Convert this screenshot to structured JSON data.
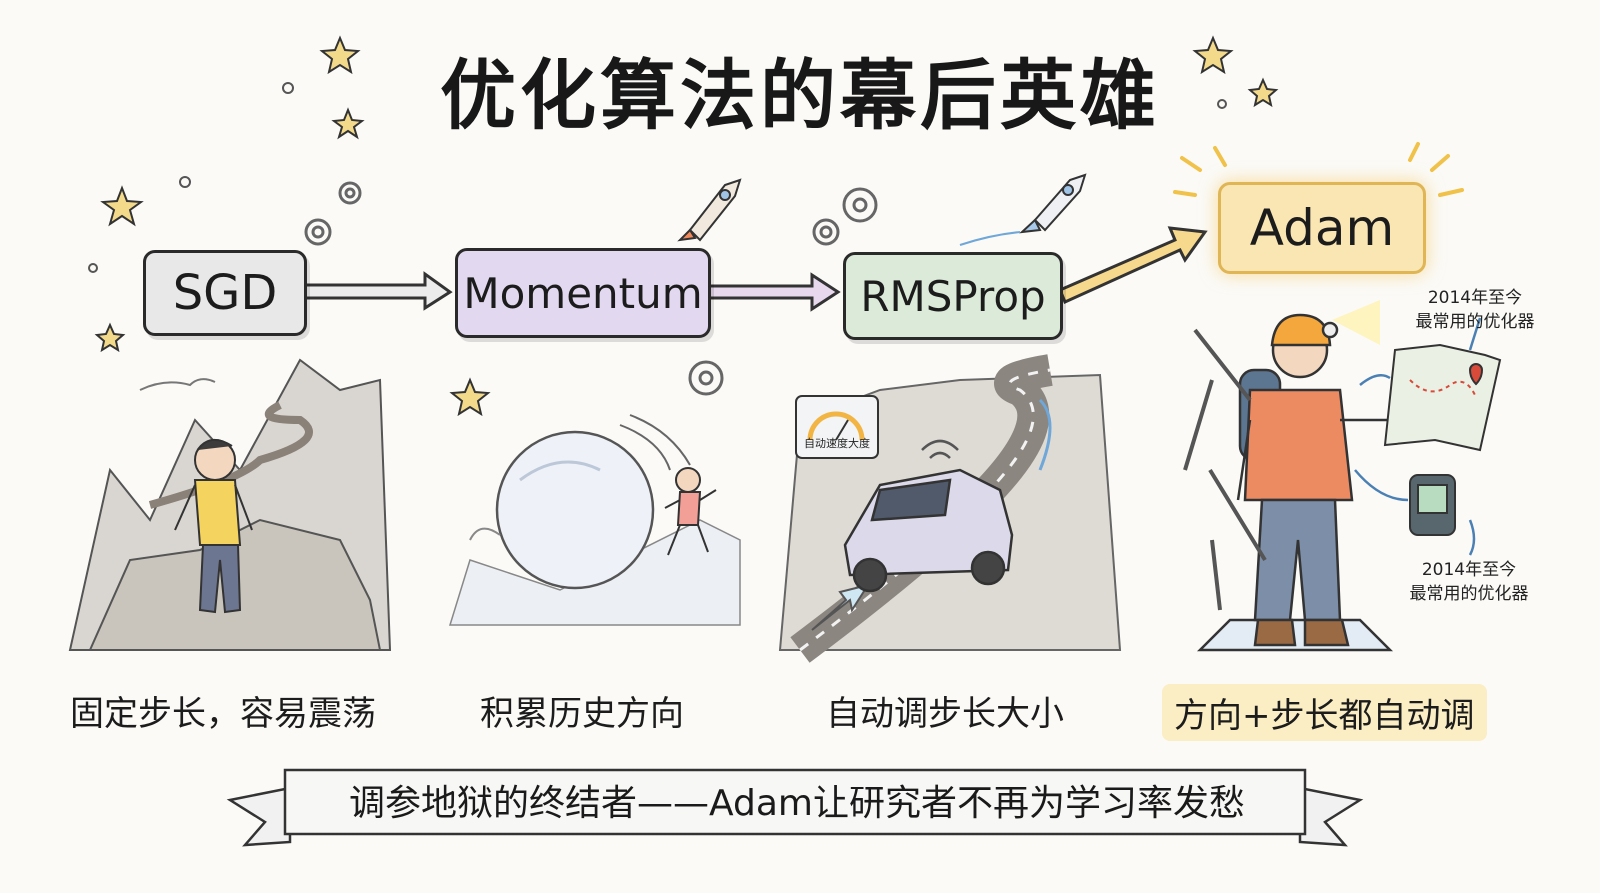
{
  "title": "优化算法的幕后英雄",
  "algorithms": [
    {
      "name": "SGD",
      "caption": "固定步长，容易震荡"
    },
    {
      "name": "Momentum",
      "caption": "积累历史方向"
    },
    {
      "name": "RMSProp",
      "caption": "自动调步长大小"
    },
    {
      "name": "Adam",
      "caption": "方向+步长都自动调"
    }
  ],
  "annotations": {
    "adam_note_1": "2014年至今\n最常用的优化器",
    "adam_note_2": "2014年至今\n最常用的优化器",
    "car_screen": "自动速度大度"
  },
  "banner": "调参地狱的终结者——Adam让研究者不再为学习率发愁",
  "colors": {
    "sgd": "#e8e8e9",
    "momentum": "#e2d8ef",
    "rmsprop": "#dcebd9",
    "adam": "#fae6b3",
    "adam_border": "#e0b556",
    "caption_highlight": "#fbeec4"
  }
}
